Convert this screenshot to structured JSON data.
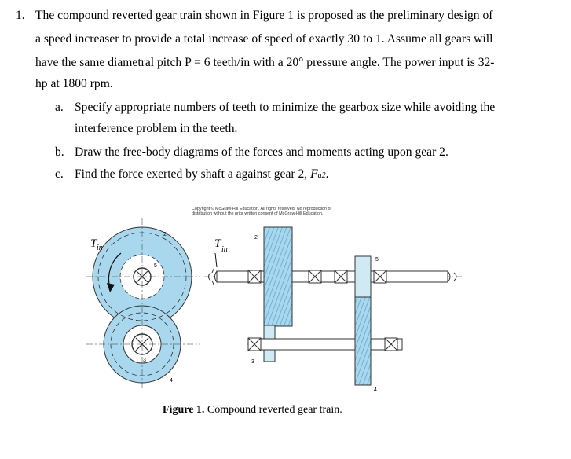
{
  "problem": {
    "number": "1.",
    "lines": [
      "The compound reverted gear train shown in Figure 1 is proposed as the preliminary design of",
      "a speed increaser to provide a total increase of speed of exactly 30 to 1. Assume all gears will",
      "have the same diametral pitch P = 6 teeth/in with a 20° pressure angle. The power input is 32-",
      "hp at 1800 rpm."
    ],
    "parts": [
      {
        "label": "a.",
        "lines": [
          "Specify appropriate numbers of teeth to minimize the gearbox size while avoiding the",
          "interference problem in the teeth."
        ]
      },
      {
        "label": "b.",
        "lines": [
          "Draw the free-body diagrams of the forces and moments acting upon gear 2."
        ]
      },
      {
        "label": "c.",
        "lines": [
          "Find the force exerted by shaft a against gear 2, "
        ],
        "force_symbol": "F",
        "force_sub": "a2",
        "end": "."
      }
    ]
  },
  "figure": {
    "copyright_lines": [
      "Copyright © McGraw-Hill Education. All rights reserved. No reproduction or",
      "distribution without the prior written consent of McGraw-Hill Education."
    ],
    "torque_symbol": "T",
    "torque_sub": "in",
    "gear_labels": {
      "g2": "2",
      "g3": "3",
      "g4": "4",
      "g5": "5"
    },
    "caption_bold": "Figure 1.",
    "caption_text": " Compound reverted gear train.",
    "colors": {
      "gear_fill": "#a9d7ee",
      "gear_dark": "#5fa9cf",
      "hub_fill": "#ffffff"
    }
  }
}
